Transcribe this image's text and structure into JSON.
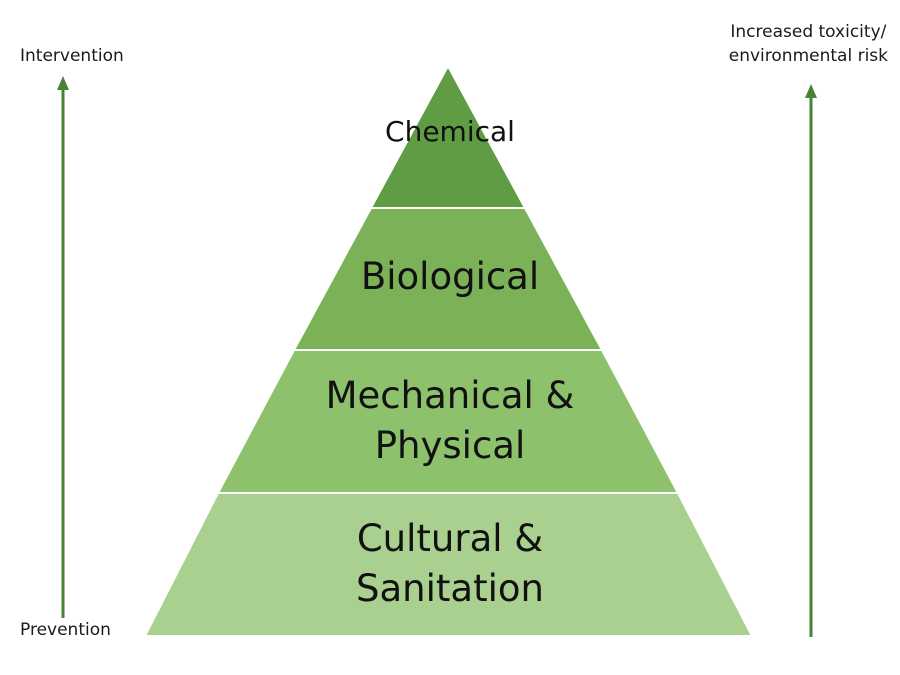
{
  "axis_left": {
    "top_label": "Intervention",
    "bottom_label": "Prevention"
  },
  "axis_right": {
    "line1": "Increased toxicity/",
    "line2": "environmental risk"
  },
  "tiers": [
    {
      "line1": "Chemical",
      "line2": "",
      "color": "#5f9c43"
    },
    {
      "line1": "Biological",
      "line2": "",
      "color": "#7bb257"
    },
    {
      "line1": "Mechanical &",
      "line2": "Physical",
      "color": "#8ec16c"
    },
    {
      "line1": "Cultural &",
      "line2": "Sanitation",
      "color": "#a9d08e"
    }
  ],
  "arrow_color": "#4a8236"
}
